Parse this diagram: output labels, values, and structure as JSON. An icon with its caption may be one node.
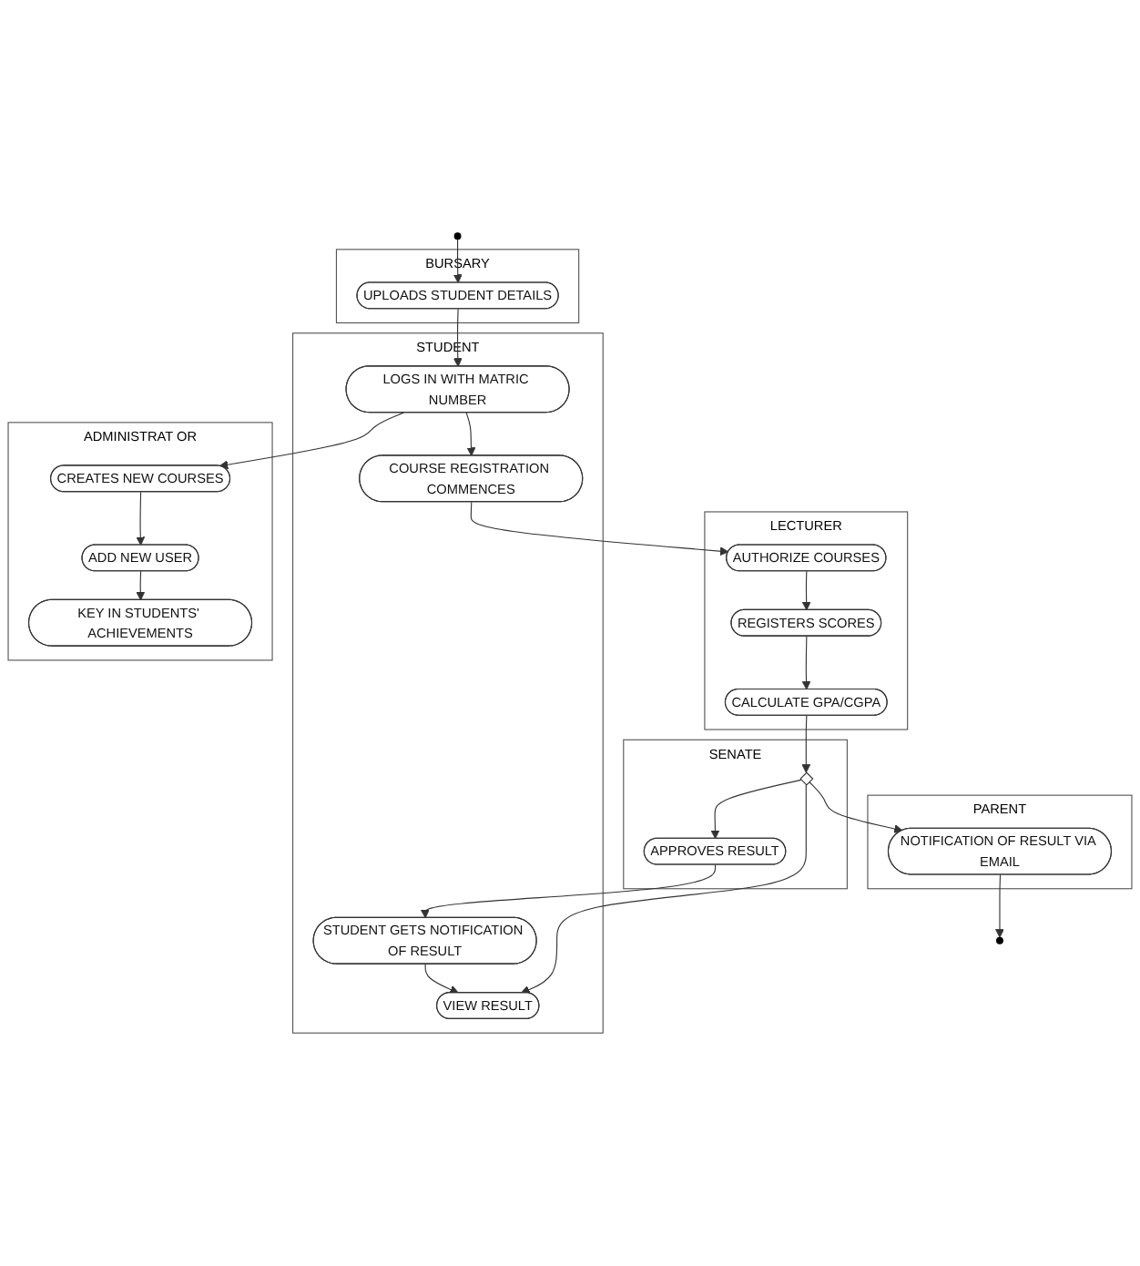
{
  "diagram": {
    "nodes": [
      {
        "text": [],
        "shape": "circle"
      },
      {
        "text": [
          "BURSARY"
        ]
      },
      {
        "text": [
          "STUDENT"
        ]
      },
      {
        "text": [
          "LECTURER"
        ]
      },
      {
        "text": [
          "SENATE"
        ]
      },
      {
        "text": [
          "PARENT"
        ]
      },
      {
        "text": [
          "ADMINISTRAT OR"
        ]
      },
      {
        "text": [
          "UPLOADS STUDENT DETAILS"
        ],
        "in": 1
      },
      {
        "text": [
          "LOGS IN WITH MATRIC NUMBER"
        ],
        "in": 2
      },
      {
        "text": [
          "CREATES NEW COURSES"
        ],
        "in": 6
      },
      {
        "text": [
          "COURSE REGISTRATION COMMENCES"
        ],
        "in": 2
      },
      {
        "text": [
          "ADD NEW USER"
        ],
        "in": 6
      },
      {
        "text": [
          "AUTHORIZE COURSES"
        ],
        "in": 3
      },
      {
        "text": [
          "KEY IN STUDENTS' ACHIEVEMENTS"
        ],
        "in": 6
      },
      {
        "text": [
          "REGISTERS SCORES"
        ],
        "in": 3
      },
      {
        "text": [
          "CALCULATE GPA/CGPA"
        ],
        "in": 3
      },
      {
        "text": [],
        "shape": "diamond",
        "in": 4
      },
      {
        "text": [
          "APPROVES RESULT"
        ],
        "in": 4
      },
      {
        "text": [
          "STUDENT GETS NOTIFICATION OF RESULT"
        ],
        "in": 2
      },
      {
        "text": [
          "NOTIFICATION OF RESULT VIA EMAIL"
        ],
        "in": 5
      },
      {
        "text": [
          "VIEW RESULT"
        ],
        "in": 2
      },
      {
        "text": [],
        "shape": "circle"
      }
    ],
    "edges": [
      {
        "from": 0,
        "to": 7,
        "arrow": "to"
      },
      {
        "from": 7,
        "to": 8,
        "arrow": "to"
      },
      {
        "from": 8,
        "to": 10,
        "arrow": "to"
      },
      {
        "from": 8,
        "to": 9,
        "arrow": "to"
      },
      {
        "from": 9,
        "to": 11,
        "arrow": "to"
      },
      {
        "from": 11,
        "to": 13,
        "arrow": "to"
      },
      {
        "from": 10,
        "to": 12,
        "arrow": "to"
      },
      {
        "from": 12,
        "to": 14,
        "arrow": "to"
      },
      {
        "from": 14,
        "to": 15,
        "arrow": "to"
      },
      {
        "from": 15,
        "to": 16,
        "arrow": "to"
      },
      {
        "from": 16,
        "to": 17,
        "arrow": "to"
      },
      {
        "from": 16,
        "to": 19,
        "arrow": "to"
      },
      {
        "from": 16,
        "to": 20,
        "arrow": "to"
      },
      {
        "from": 17,
        "to": 18,
        "arrow": "to"
      },
      {
        "from": 18,
        "to": 20,
        "arrow": "to"
      },
      {
        "from": 19,
        "to": 21,
        "arrow": "to"
      }
    ]
  }
}
